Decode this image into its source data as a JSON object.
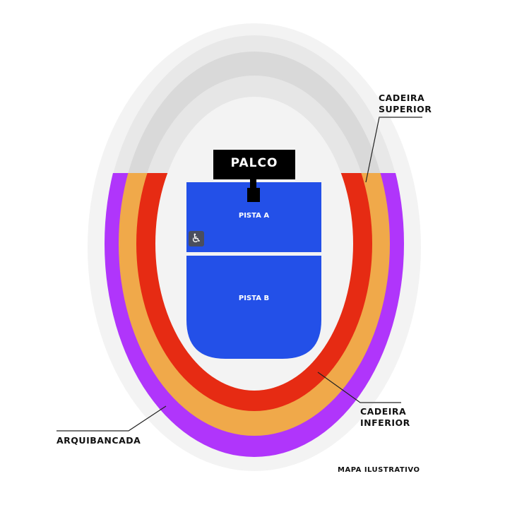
{
  "map": {
    "stage": {
      "label": "PALCO",
      "color": "#000000"
    },
    "zones": [
      {
        "id": "pista-a",
        "label": "PISTA A",
        "color": "#2350e8"
      },
      {
        "id": "pista-b",
        "label": "PISTA B",
        "color": "#2350e8"
      },
      {
        "id": "cadeira-inferior",
        "label": "CADEIRA\nINFERIOR",
        "color": "#e62b13"
      },
      {
        "id": "cadeira-superior",
        "label": "CADEIRA\nSUPERIOR",
        "color": "#f0a94a"
      },
      {
        "id": "arquibancada",
        "label": "ARQUIBANCADA",
        "color": "#b035fb"
      }
    ],
    "labels": {
      "cadeira_superior_l1": "CADEIRA",
      "cadeira_superior_l2": "SUPERIOR",
      "cadeira_inferior_l1": "CADEIRA",
      "cadeira_inferior_l2": "INFERIOR",
      "arquibancada": "ARQUIBANCADA",
      "pista_a": "PISTA A",
      "pista_b": "PISTA B",
      "palco": "PALCO"
    },
    "accessibility_icon": "wheelchair-icon",
    "accessibility_glyph": "♿",
    "footnote": "MAPA ILUSTRATIVO"
  }
}
